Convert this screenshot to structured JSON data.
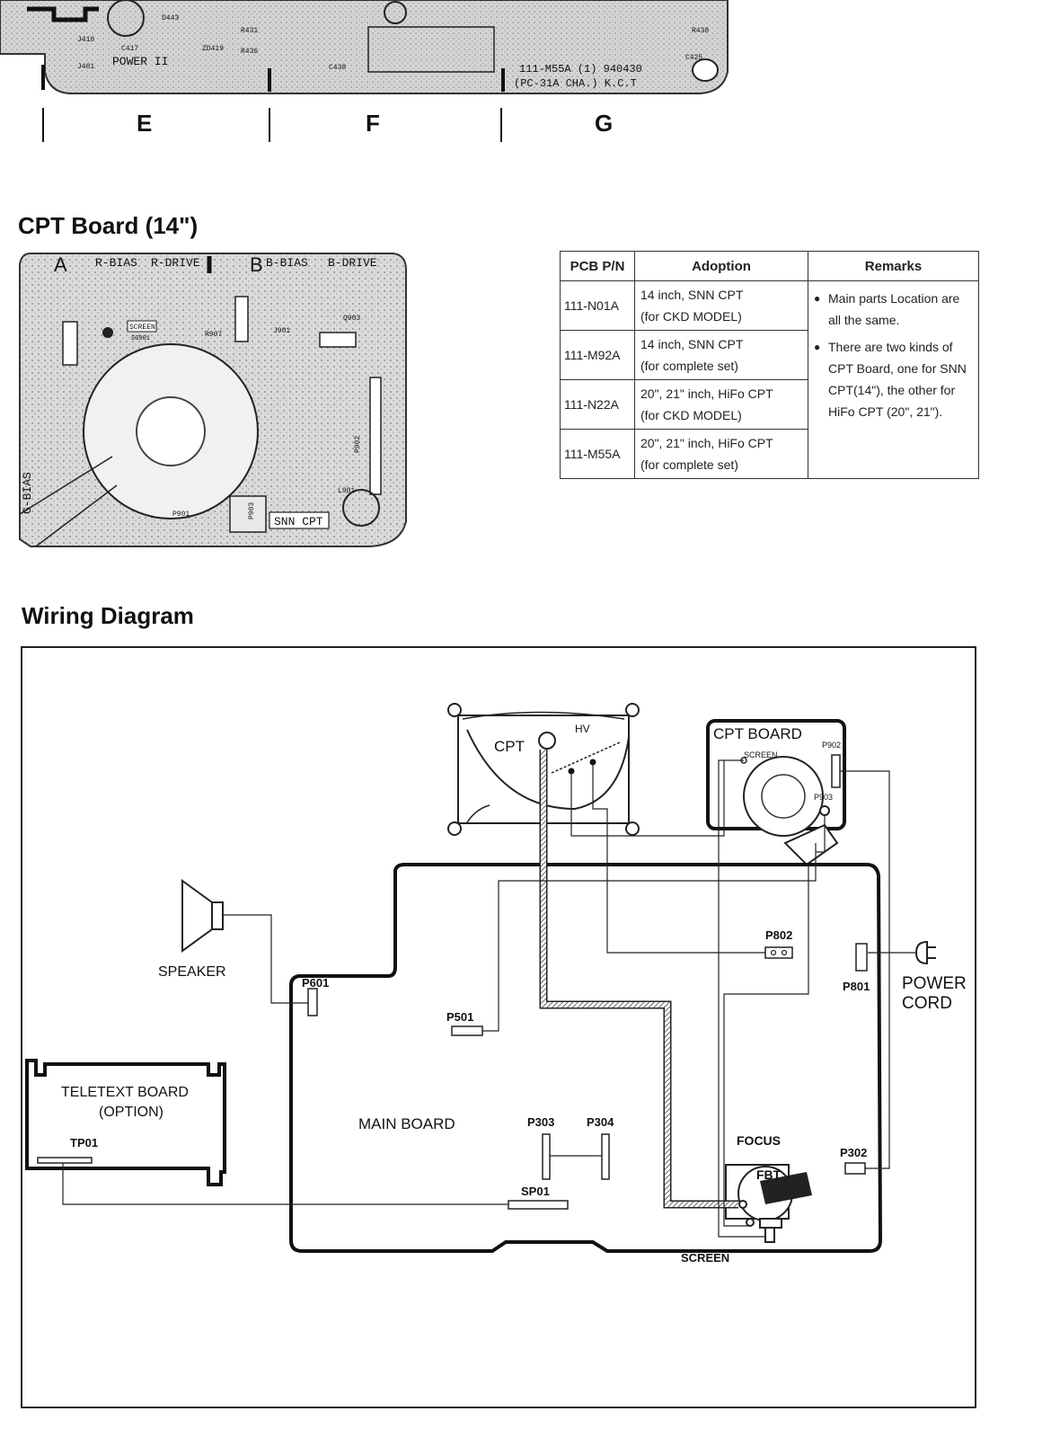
{
  "top_strip": {
    "labels": [
      "POWER II",
      "111-M55A (1) 940430",
      "(PC-31A CHA.) K.C.T",
      "C417",
      "ZD419",
      "R436",
      "C438",
      "C425",
      "R438",
      "J410",
      "J401",
      "D443",
      "R431"
    ],
    "columns": [
      "E",
      "F",
      "G"
    ]
  },
  "cpt_board": {
    "title": "CPT Board (14\")",
    "labels": [
      "A",
      "R-BIAS",
      "R-DRIVE",
      "B",
      "B-BIAS",
      "B-DRIVE",
      "G-BIAS",
      "SCREEN",
      "SG901",
      "P901",
      "P903",
      "P902",
      "SNN CPT",
      "L901",
      "Q903",
      "J901",
      "R907"
    ]
  },
  "pcb_table": {
    "headers": [
      "PCB P/N",
      "Adoption",
      "Remarks"
    ],
    "rows": [
      {
        "pn": "111-N01A",
        "adoption_1": "14 inch, SNN CPT",
        "adoption_2": "(for CKD MODEL)"
      },
      {
        "pn": "111-M92A",
        "adoption_1": "14 inch, SNN CPT",
        "adoption_2": "(for complete set)"
      },
      {
        "pn": "111-N22A",
        "adoption_1": "20\", 21\" inch, HiFo CPT",
        "adoption_2": "(for CKD MODEL)"
      },
      {
        "pn": "111-M55A",
        "adoption_1": "20\", 21\" inch, HiFo CPT",
        "adoption_2": "(for complete set)"
      }
    ],
    "remarks": [
      "Main parts Location are all the same.",
      "There are two kinds of CPT Board, one for SNN CPT(14\"), the other for HiFo CPT (20\", 21\")."
    ]
  },
  "wiring": {
    "title": "Wiring Diagram",
    "labels": {
      "cpt": "CPT",
      "hv": "HV",
      "cpt_board": "CPT  BOARD",
      "screen_top": "SCREEN",
      "p902": "P902",
      "p903": "P903",
      "p802": "P802",
      "p801": "P801",
      "power_cord": "POWER",
      "power_cord_2": "CORD",
      "speaker": "SPEAKER",
      "p601": "P601",
      "p501": "P501",
      "teletext": "TELETEXT BOARD",
      "teletext_2": "(OPTION)",
      "tp01": "TP01",
      "main_board": "MAIN BOARD",
      "p303": "P303",
      "p304": "P304",
      "sp01": "SP01",
      "focus": "FOCUS",
      "fbt": "FBT",
      "p302": "P302",
      "screen_bottom": "SCREEN"
    }
  }
}
